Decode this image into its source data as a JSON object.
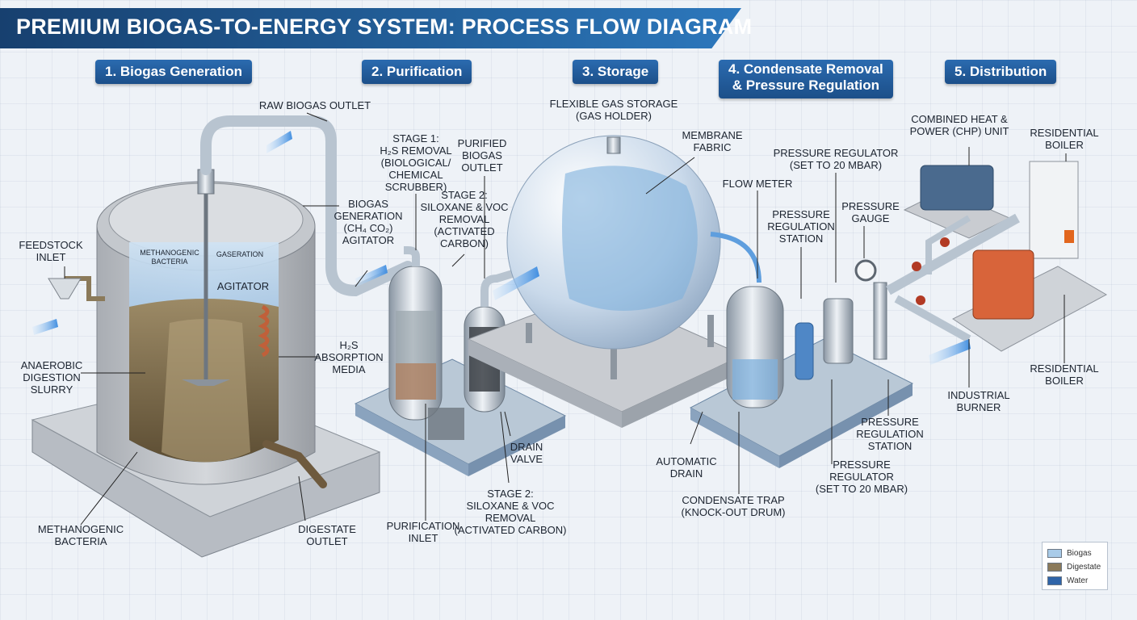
{
  "title": "PREMIUM BIOGAS-TO-ENERGY SYSTEM: PROCESS FLOW DIAGRAM",
  "steps": [
    {
      "id": "biogas-generation",
      "text": "1. Biogas Generation"
    },
    {
      "id": "purification",
      "text": "2. Purification"
    },
    {
      "id": "storage",
      "text": "3. Storage"
    },
    {
      "id": "condensate-removal",
      "text": "4. Condensate Removal\n& Pressure Regulation"
    },
    {
      "id": "distribution",
      "text": "5. Distribution"
    }
  ],
  "labels": {
    "raw_biogas_outlet": "RAW BIOGAS OUTLET",
    "feedstock_inlet": "FEEDSTOCK\nINLET",
    "methanogenic_bacteria_inner": "METHANOGENIC\nBACTERIA",
    "gasification_inner": "GASERATION",
    "agitator_inner": "AGITATOR",
    "anaerobic_slurry": "ANAEROBIC\nDIGESTION\nSLURRY",
    "methanogenic_bacteria": "METHANOGENIC\nBACTERIA",
    "digestate_outlet": "DIGESTATE\nOUTLET",
    "biogas_generation_agitator": "BIOGAS\nGENERATION\n(CH₄ CO₂)\nAGITATOR",
    "h2s_absorption_media": "H₂S\nABSORPTION\nMEDIA",
    "stage1": "STAGE 1:\nH₂S REMOVAL\n(BIOLOGICAL/\nCHEMICAL\nSCRUBBER)",
    "purified_biogas_outlet": "PURIFIED\nBIOGAS\nOUTLET",
    "stage2_top": "STAGE 2:\nSILOXANE & VOC\nREMOVAL\n(ACTIVATED\nCARBON)",
    "drain_valve": "DRAIN\nVALVE",
    "stage2_bottom": "STAGE 2:\nSILOXANE & VOC\nREMOVAL\n(ACTIVATED CARBON)",
    "purification_inlet": "PURIFICATION\nINLET",
    "flexible_gas_storage": "FLEXIBLE GAS STORAGE\n(GAS HOLDER)",
    "membrane_fabric": "MEMBRANE\nFABRIC",
    "flow_meter": "FLOW METER",
    "pressure_regulator_top": "PRESSURE REGULATOR\n(SET TO 20 mbar)",
    "pressure_regulation_station_top": "PRESSURE\nREGULATION\nSTATION",
    "pressure_gauge": "PRESSURE\nGAUGE",
    "automatic_drain": "AUTOMATIC\nDRAIN",
    "condensate_trap": "CONDENSATE TRAP\n(KNOCK-OUT DRUM)",
    "pressure_regulation_station_bottom": "PRESSURE\nREGULATION\nSTATION",
    "pressure_regulator_bottom": "PRESSURE\nREGULATOR\n(SET TO 20 mbar)",
    "chp_unit": "COMBINED HEAT &\nPOWER (CHP) UNIT",
    "residential_boiler_top": "RESIDENTIAL\nBOILER",
    "residential_boiler_bottom": "RESIDENTIAL\nBOILER",
    "industrial_burner": "INDUSTRIAL\nBURNER"
  },
  "legend": [
    {
      "label": "Biogas",
      "color": "#a9cbe8"
    },
    {
      "label": "Digestate",
      "color": "#8b7a5a"
    },
    {
      "label": "Water",
      "color": "#2f64a8"
    }
  ]
}
